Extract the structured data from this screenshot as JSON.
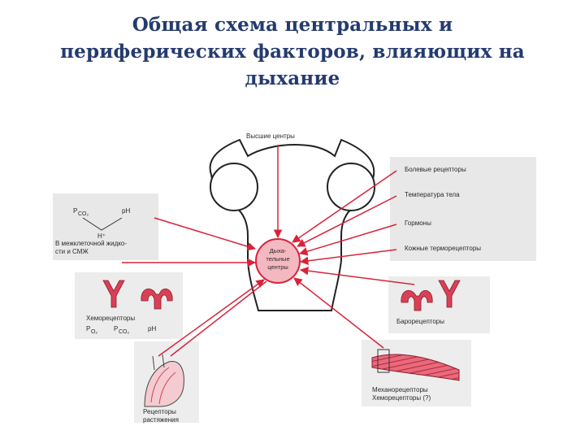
{
  "title": {
    "line1": "Общая схема центральных и",
    "line2": "периферических факторов, влияющих на",
    "line3": "дыхание"
  },
  "diagram": {
    "higher_centers": "Высшие центры",
    "respiratory_center": [
      "Дыха-",
      "тельные",
      "центры"
    ],
    "right_inputs": {
      "pain": "Болевые рецепторы",
      "temperature": "Температура тела",
      "hormones": "Гормоны",
      "skin_thermo": "Кожные терморецепторы",
      "baroreceptors": "Барорецепторы",
      "mechanoreceptors": "Механорецепторы",
      "chemoreceptors_q": "Хеморецепторы (?)"
    },
    "left_inputs": {
      "interstitial_line1": "В межклеточной жидко-",
      "interstitial_line2": "сти и СМЖ",
      "pco2": "P",
      "co2_sub": "CO₂",
      "ph": "pH",
      "hplus": "H⁺",
      "chemoreceptors": "Хеморецепторы",
      "po2": "P",
      "o2_sub": "O₂",
      "pco2_b": "P",
      "co2_sub_b": "CO₂",
      "ph_b": "pH",
      "stretch_line1": "Рецепторы",
      "stretch_line2": "растяжения"
    }
  },
  "colors": {
    "title": "#253b6e",
    "arrows": "#d8233a",
    "receptors": "#d94056",
    "center_fill": "#f4b8c0",
    "panel": "#e8e8e8"
  }
}
